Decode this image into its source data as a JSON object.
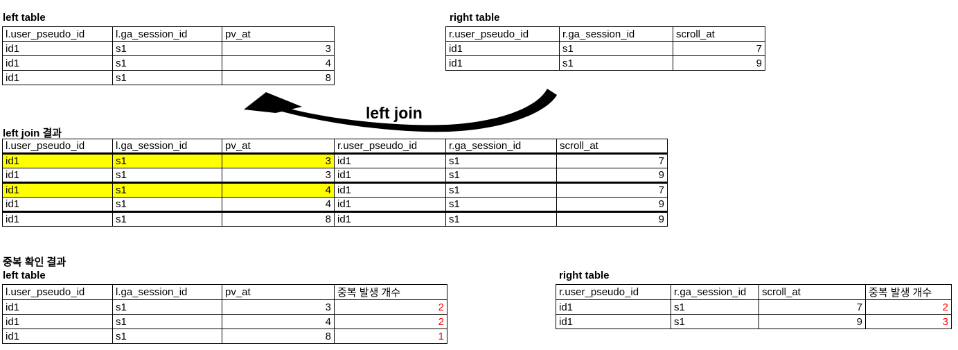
{
  "colors": {
    "highlight_yellow": "#ffff00",
    "count_red": "#ff0000",
    "line_black": "#000000"
  },
  "top_left_table": {
    "title": "left table",
    "columns": [
      "l.user_pseudo_id",
      "l.ga_session_id",
      "pv_at"
    ],
    "rows": [
      [
        "id1",
        "s1",
        "3"
      ],
      [
        "id1",
        "s1",
        "4"
      ],
      [
        "id1",
        "s1",
        "8"
      ]
    ]
  },
  "top_right_table": {
    "title": "right table",
    "columns": [
      "r.user_pseudo_id",
      "r.ga_session_id",
      "scroll_at"
    ],
    "rows": [
      [
        "id1",
        "s1",
        "7"
      ],
      [
        "id1",
        "s1",
        "9"
      ]
    ]
  },
  "join_arrow": {
    "label": "left join"
  },
  "join_table": {
    "title": "left join 결과",
    "columns": [
      "l.user_pseudo_id",
      "l.ga_session_id",
      "pv_at",
      "r.user_pseudo_id",
      "r.ga_session_id",
      "scroll_at"
    ],
    "thick_header_bottom": true,
    "rows": [
      {
        "cells": [
          "id1",
          "s1",
          "3",
          "id1",
          "s1",
          "7"
        ],
        "highlight": [
          0,
          1,
          2
        ]
      },
      {
        "cells": [
          "id1",
          "s1",
          "3",
          "id1",
          "s1",
          "9"
        ],
        "thick_bottom": true
      },
      {
        "cells": [
          "id1",
          "s1",
          "4",
          "id1",
          "s1",
          "7"
        ],
        "highlight": [
          0,
          1,
          2
        ]
      },
      {
        "cells": [
          "id1",
          "s1",
          "4",
          "id1",
          "s1",
          "9"
        ],
        "thick_bottom": true
      },
      {
        "cells": [
          "id1",
          "s1",
          "8",
          "id1",
          "s1",
          "9"
        ]
      }
    ]
  },
  "dup_section": {
    "title": "중복 확인 결과",
    "left_table": {
      "title": "left table",
      "columns": [
        "l.user_pseudo_id",
        "l.ga_session_id",
        "pv_at",
        "중복 발생 개수"
      ],
      "red_columns": [
        3
      ],
      "rows": [
        [
          "id1",
          "s1",
          "3",
          "2"
        ],
        [
          "id1",
          "s1",
          "4",
          "2"
        ],
        [
          "id1",
          "s1",
          "8",
          "1"
        ]
      ]
    },
    "right_table": {
      "title": "right table",
      "columns": [
        "r.user_pseudo_id",
        "r.ga_session_id",
        "scroll_at",
        "중복 발생 개수"
      ],
      "red_columns": [
        3
      ],
      "rows": [
        [
          "id1",
          "s1",
          "7",
          "2"
        ],
        [
          "id1",
          "s1",
          "9",
          "3"
        ]
      ]
    }
  }
}
